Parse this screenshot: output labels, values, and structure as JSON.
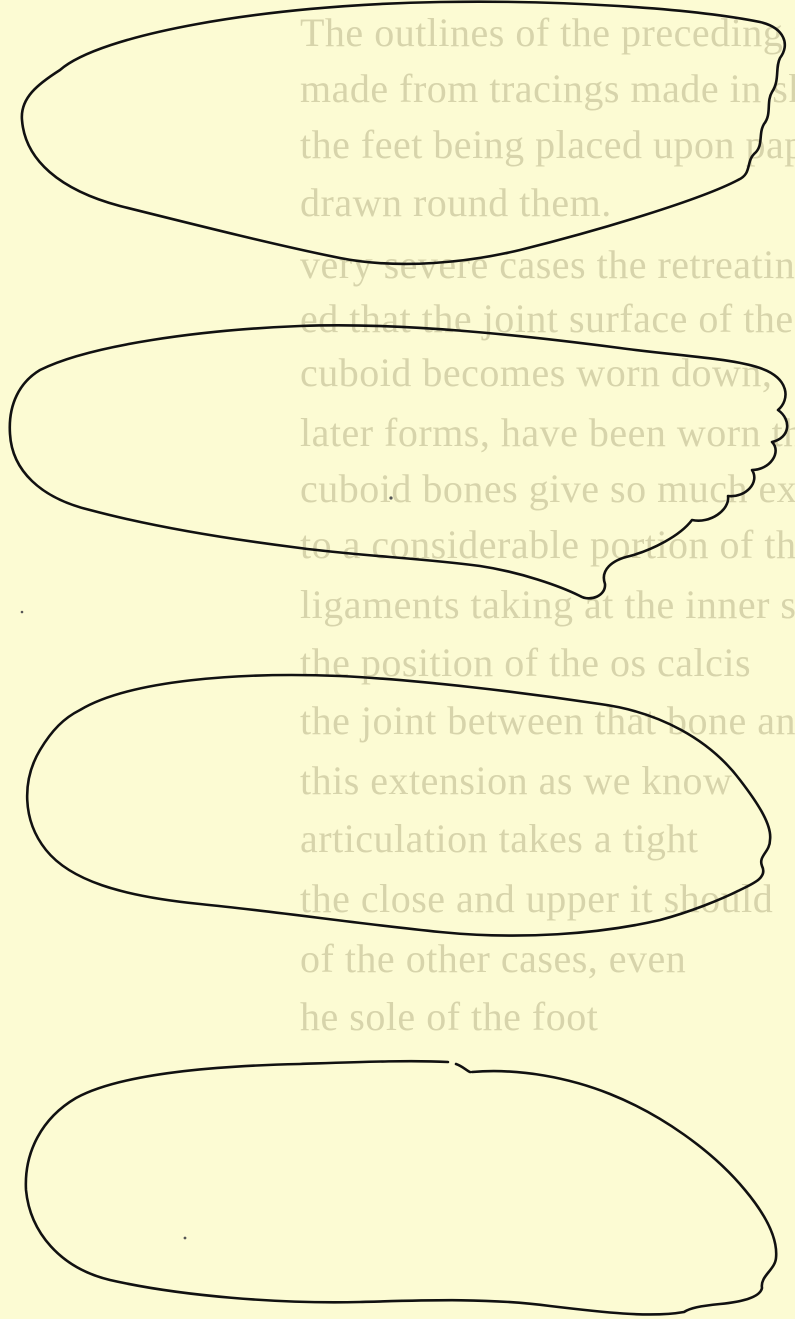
{
  "figure": {
    "outline_color": "#111111",
    "paper_color": "#FCFBD3",
    "bleed_color": "#B9B58C"
  },
  "bleed_through": {
    "lines": [
      "The outlines of the preceding foot",
      "made from tracings made in sketch",
      "the feet being placed upon paper",
      "drawn round them.",
      "very severe cases the retreating of",
      "ed that the joint surface of the",
      "cuboid becomes worn down,",
      "later forms, have been worn the",
      "cuboid bones give so much extent",
      "to a considerable portion of the",
      "ligaments taking at the inner side",
      "the position of the os calcis",
      "the joint between that bone and",
      "this extension as we know",
      "articulation takes a tight",
      "the close and upper it should",
      "of the other cases, even",
      "he sole of the foot"
    ]
  }
}
